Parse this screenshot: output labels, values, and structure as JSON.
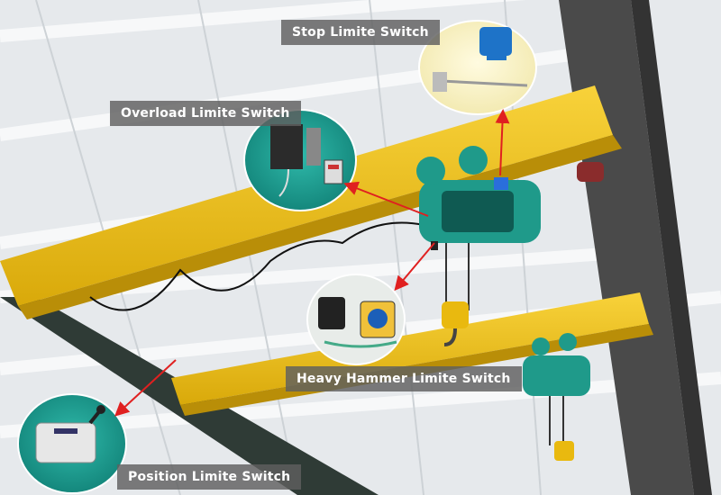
{
  "labels": {
    "stop": "Stop Limite Switch",
    "overload": "Overload Limite Switch",
    "heavy_hammer": "Heavy Hammer Limite Switch",
    "position": "Position Limite Switch"
  },
  "colors": {
    "beam_yellow": "#f2c21a",
    "hoist_teal": "#1f9a8a",
    "callout_teal": "#1aa79a",
    "arrow_red": "#e02020",
    "label_bg": "#5f5f5f",
    "ceiling": "#e9ecef",
    "column_gray": "#4a4a4a"
  }
}
